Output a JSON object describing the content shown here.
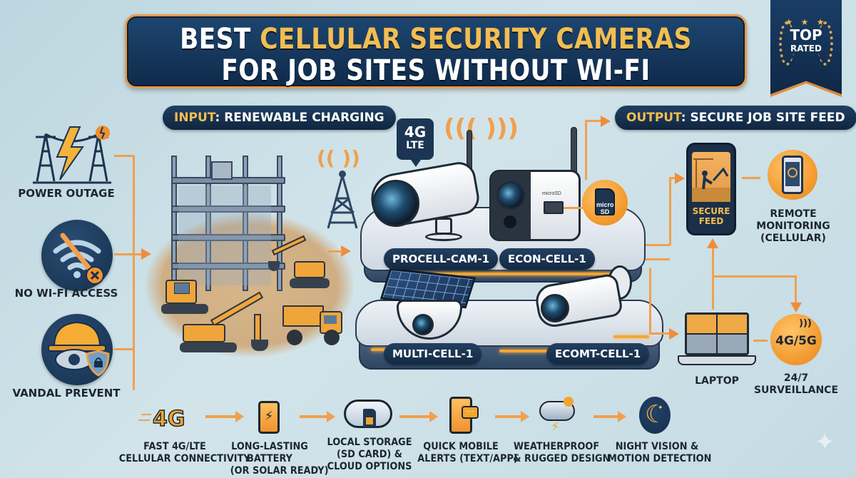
{
  "title": {
    "line1_prefix": "BEST ",
    "line1_accent": "CELLULAR SECURITY CAMERAS",
    "line2": "FOR JOB SITES WITHOUT WI-FI"
  },
  "badge": {
    "stars": "★ ★ ★",
    "line1": "TOP",
    "line2": "RATED"
  },
  "input_pill": {
    "accent": "INPUT",
    "text": ": RENEWABLE CHARGING"
  },
  "output_pill": {
    "accent": "OUTPUT",
    "text": ": SECURE JOB SITE FEED"
  },
  "problems": [
    {
      "label": "POWER OUTAGE",
      "icon": "power-lines-lightning-icon"
    },
    {
      "label": "NO WI-FI ACCESS",
      "icon": "no-wifi-icon"
    },
    {
      "label": "VANDAL PREVENT",
      "icon": "hardhat-camera-shield-icon"
    }
  ],
  "connectivity_bubble": {
    "line1": "4G",
    "line2": "LTE"
  },
  "cameras": [
    {
      "label": "PROCELL-CAM-1",
      "type": "bullet-camera-with-antenna"
    },
    {
      "label": "ECON-CELL-1",
      "type": "box-camera-with-microsd"
    },
    {
      "label": "MULTI-CELL-1",
      "type": "dome-camera-with-solar-panel"
    },
    {
      "label": "ECOMT-CELL-1",
      "type": "bullet-camera"
    }
  ],
  "microsd": {
    "text": "micro SD",
    "slot_text": "microSD"
  },
  "outputs": {
    "phone_feed": {
      "line1": "SECURE",
      "line2": "FEED"
    },
    "remote_monitoring": {
      "line1": "REMOTE",
      "line2": "MONITORING",
      "line3": "(CELLULAR)"
    },
    "laptop": {
      "label": "LAPTOP"
    },
    "network": {
      "badge": "4G/5G",
      "line1": "24/7",
      "line2": "SURVEILLANCE"
    }
  },
  "features": [
    {
      "line1": "FAST 4G/LTE",
      "line2": "CELLULAR CONNECTIVITY",
      "line3": "",
      "icon": "4g-speed-icon",
      "icon_text": "4G"
    },
    {
      "line1": "LONG-LASTING",
      "line2": "BATTERY",
      "line3": "(OR SOLAR READY)",
      "icon": "battery-icon",
      "icon_text": "⚡"
    },
    {
      "line1": "LOCAL STORAGE",
      "line2": "(SD CARD) &",
      "line3": "CLOUD OPTIONS",
      "icon": "cloud-sd-icon",
      "icon_text": ""
    },
    {
      "line1": "QUICK MOBILE",
      "line2": "ALERTS (TEXT/APP)",
      "line3": "",
      "icon": "phone-alert-icon",
      "icon_text": "···"
    },
    {
      "line1": "WEATHERPROOF",
      "line2": "& RUGGED DESIGN",
      "line3": "",
      "icon": "storm-cloud-icon",
      "icon_text": "⚡"
    },
    {
      "line1": "NIGHT VISION &",
      "line2": "MOTION DETECTION",
      "line3": "",
      "icon": "moon-stars-icon",
      "icon_text": "☾"
    }
  ],
  "colors": {
    "navy": "#132a44",
    "orange": "#f0a04e",
    "gold": "#f2bd52",
    "background": "#c8dde5"
  }
}
